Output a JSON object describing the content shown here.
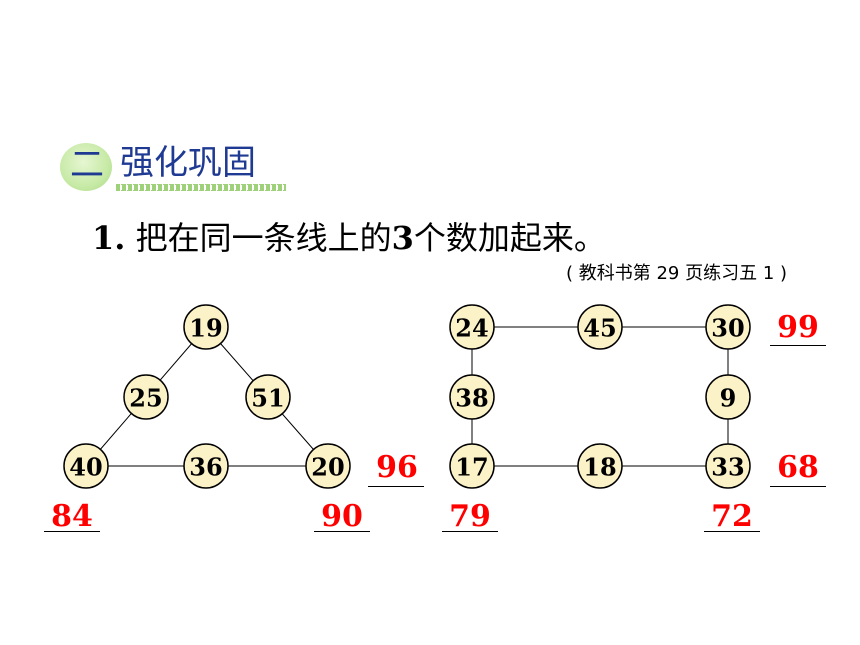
{
  "section": {
    "number": "二",
    "title": "强化巩固"
  },
  "problem": {
    "number": "1.",
    "text_a": " 把在同一条线上的",
    "count": "3",
    "text_b": "个数加起来。",
    "reference": "( 教科书第 29 页练习五 1 )"
  },
  "triangle": {
    "nodes": [
      "19",
      "25",
      "51",
      "40",
      "36",
      "20"
    ],
    "answers": {
      "right_side": "90",
      "left_side": "84",
      "bottom_row": "96"
    }
  },
  "rectangle": {
    "nodes": [
      "24",
      "45",
      "30",
      "38",
      "9",
      "17",
      "18",
      "33"
    ],
    "answers": {
      "top_row": "99",
      "right_column": "68",
      "left_column": "79",
      "bottom_row": "72"
    }
  },
  "colors": {
    "answer": "#ff0000",
    "node_fill": "#fbf2c8",
    "title": "#1f3a93",
    "badge": "#c7eaa6"
  }
}
